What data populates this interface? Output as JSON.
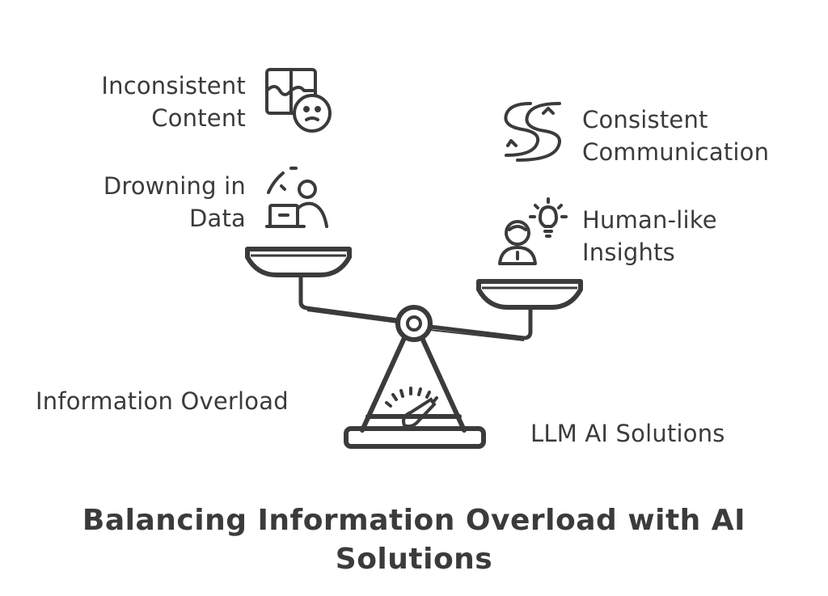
{
  "left_side": {
    "group_label": "Information Overload",
    "items": [
      {
        "lines": [
          "Inconsistent",
          "Content"
        ],
        "icon": "puzzle-face-icon"
      },
      {
        "lines": [
          "Drowning in",
          "Data"
        ],
        "icon": "person-laptop-icon"
      }
    ]
  },
  "right_side": {
    "group_label": "LLM AI Solutions",
    "items": [
      {
        "lines": [
          "Consistent",
          "Communication"
        ],
        "icon": "winding-road-icon"
      },
      {
        "lines": [
          "Human-like",
          "Insights"
        ],
        "icon": "person-lightbulb-icon"
      }
    ]
  },
  "title_lines": [
    "Balancing Information Overload with AI",
    "Solutions"
  ],
  "colors": {
    "ink": "#3b3b3b",
    "background": "#ffffff"
  }
}
